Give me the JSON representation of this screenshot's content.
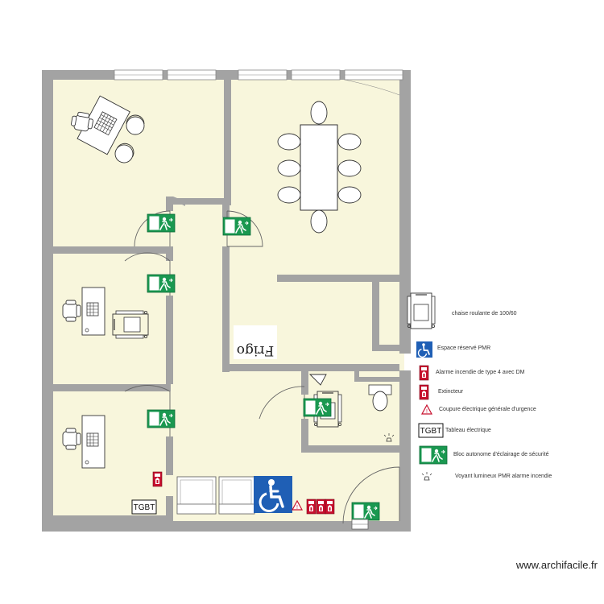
{
  "plan": {
    "room_label_frigo": "Frigo",
    "tgbt_label": "TGBT"
  },
  "legend": {
    "items": [
      {
        "icon": "wheelchair-icon",
        "label": "chaise roulante de 100/60"
      },
      {
        "icon": "pmr-symbol-icon",
        "label": "Espace réservé PMR"
      },
      {
        "icon": "fire-alarm-icon",
        "label": "Alarme incendie de type 4 avec DM"
      },
      {
        "icon": "fire-extinguisher-icon",
        "label": "Extincteur"
      },
      {
        "icon": "warning-triangle-icon",
        "label": "Coupure électrique générale d'urgence"
      },
      {
        "icon": "tgbt-box-icon",
        "label": "Tableau électrique",
        "box_text": "TGBT"
      },
      {
        "icon": "emergency-exit-icon",
        "label": "Bloc autonome d'éclairage de sécurité"
      },
      {
        "icon": "alarm-light-icon",
        "label": "Voyant lumineux PMR alarme incendie"
      }
    ]
  },
  "watermark": "www.archifacile.fr",
  "colors": {
    "wall": "#a3a3a3",
    "floor": "#f8f6dc",
    "exit_green": "#1a9850",
    "pmr_blue": "#1f5fb5",
    "alarm_red": "#c8102e"
  }
}
